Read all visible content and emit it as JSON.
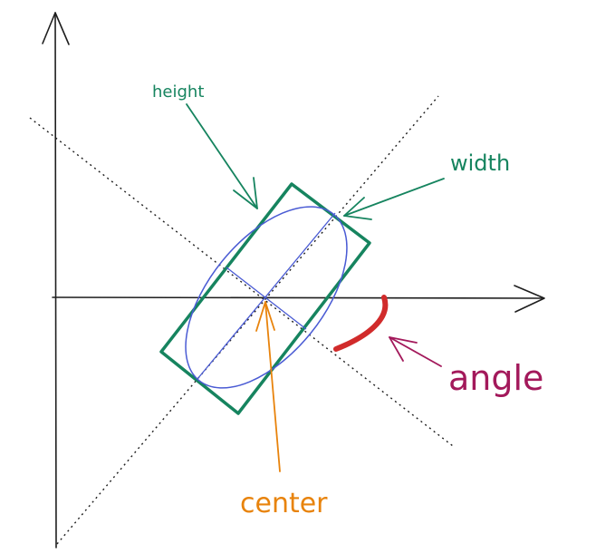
{
  "labels": {
    "height": "height",
    "width": "width",
    "center": "center",
    "angle": "angle"
  },
  "colors": {
    "axes": "#1e1e1e",
    "diagonal": "#1e1e1e",
    "rectangle": "#16845f",
    "ellipse": "#4a5bd4",
    "height_label": "#16845f",
    "width_label": "#16845f",
    "center_label": "#e8830c",
    "angle_label": "#a3195b",
    "angle_arc": "#d12b2b"
  }
}
